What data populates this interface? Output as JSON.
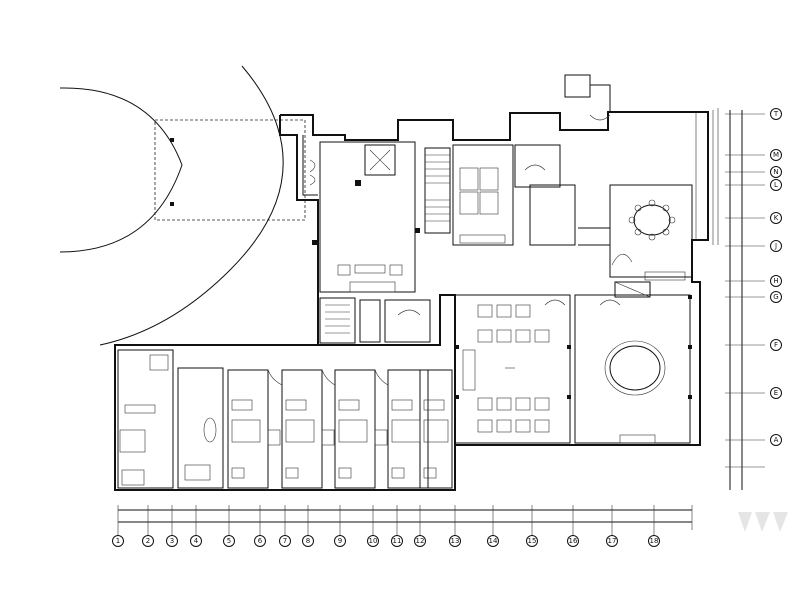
{
  "bottom_axes": [
    "1",
    "2",
    "3",
    "4",
    "5",
    "6",
    "7",
    "8",
    "9",
    "10",
    "11",
    "12",
    "13",
    "14",
    "15",
    "16",
    "17",
    "18"
  ],
  "right_axes": [
    "T",
    "M",
    "N",
    "L",
    "K",
    "J",
    "H",
    "G",
    "F",
    "E",
    "A"
  ],
  "watermark": {
    "mark": "logo"
  }
}
